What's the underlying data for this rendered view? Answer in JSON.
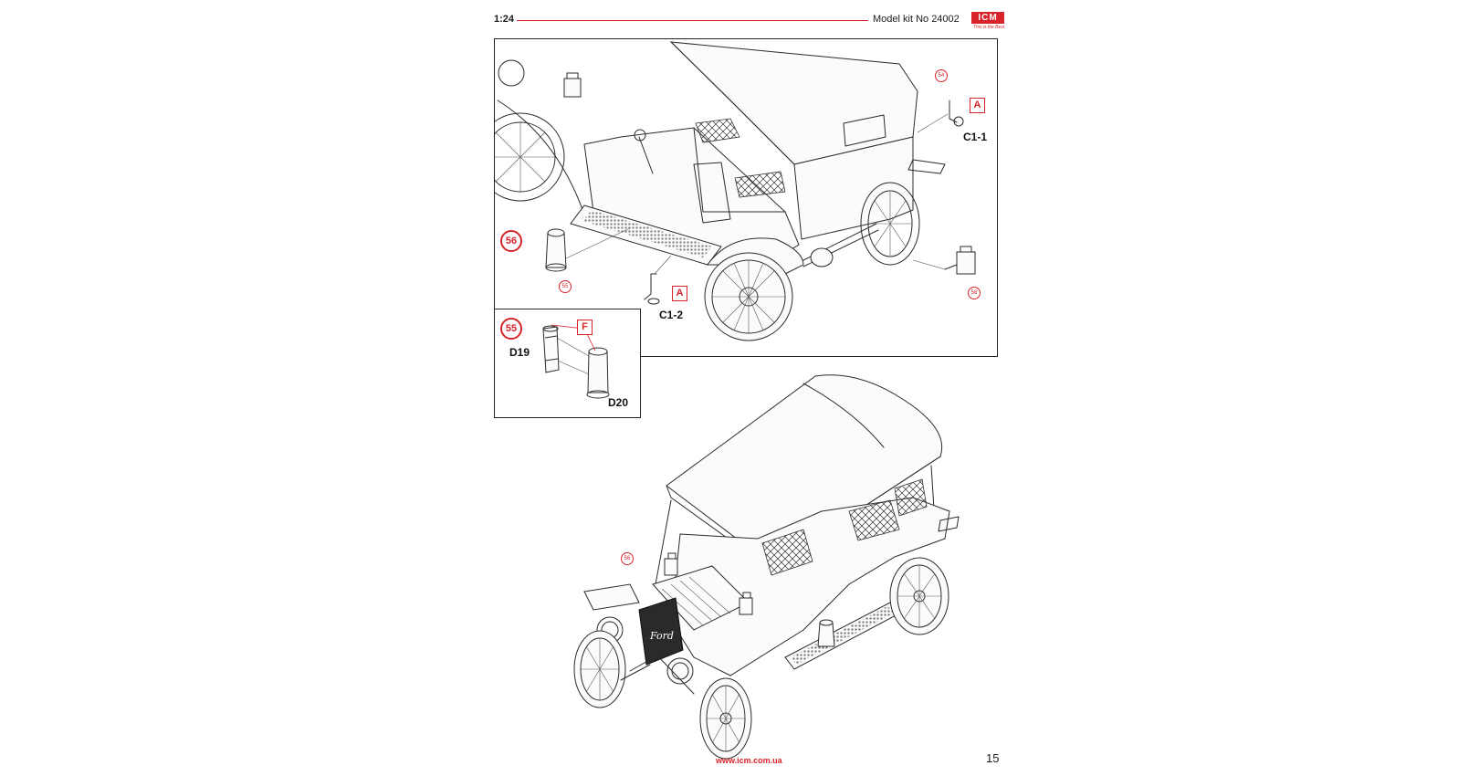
{
  "header": {
    "scale": "1:24",
    "kit": "Model kit No 24002",
    "logo": "ICM",
    "logo_tagline": "This is the Best"
  },
  "panel_top": {
    "step": "56",
    "callouts": {
      "part_54": "54",
      "part_55": "55",
      "part_58": "58"
    },
    "ref_a_top": "A",
    "ref_a_bottom": "A",
    "label_c1_1": "C1-1",
    "label_c1_2": "C1-2"
  },
  "panel_inset": {
    "step": "55",
    "ref_f": "F",
    "label_d19": "D19",
    "label_d20": "D20"
  },
  "bottom_view": {
    "callout": "56"
  },
  "footer": {
    "url": "www.icm.com.ua",
    "page_number": "15"
  },
  "colors": {
    "accent_red": "#d8232a",
    "ink": "#2b2b2b"
  }
}
